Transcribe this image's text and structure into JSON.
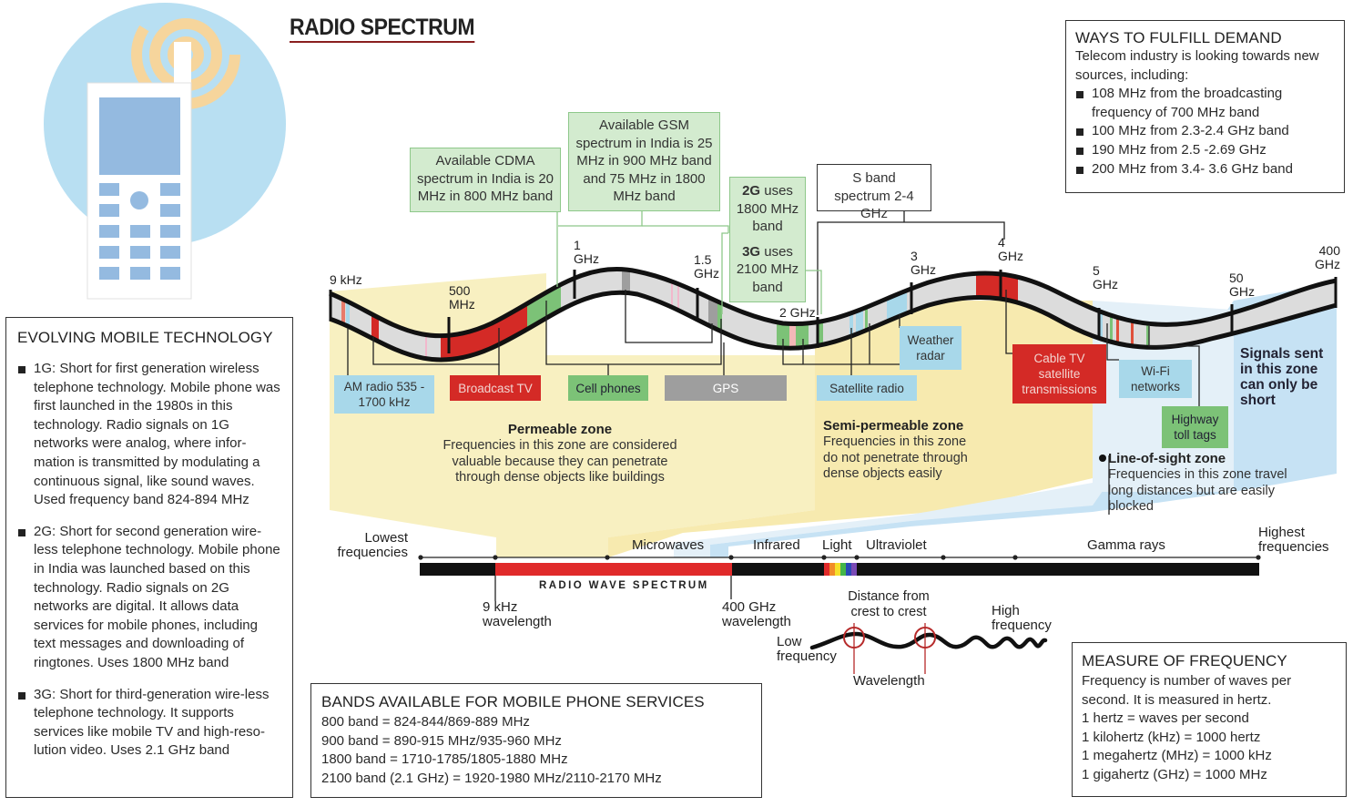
{
  "title": "RADIO SPECTRUM",
  "colors": {
    "accent_red": "#d42a26",
    "band_green": "#7cc277",
    "band_blue": "#a8d8ea",
    "band_gray": "#9e9e9e",
    "permeable_zone": "#f8efbe",
    "line_of_sight_zone": "#e4f0f8",
    "short_zone": "#c6e2f4",
    "callout_green": "#d3ebcf"
  },
  "ways_to_fulfill": {
    "heading": "WAYS TO FULFILL DEMAND",
    "intro": "Telecom industry is looking towards new sources, including:",
    "items": [
      "108 MHz from the broadcasting frequency of 700 MHz band",
      "100 MHz from 2.3-2.4 GHz band",
      "190 MHz from 2.5 -2.69 GHz",
      "200 MHz from 3.4- 3.6 GHz band"
    ]
  },
  "evolving": {
    "heading": "EVOLVING MOBILE TECHNOLOGY",
    "items": [
      "1G: Short for first generation wireless telephone technology. Mobile phone was first launched in the 1980s in this technology. Radio signals on 1G networks were analog, where infor-mation is transmitted by modulating a continuous signal, like sound waves. Used frequency band 824-894 MHz",
      "2G: Short for second generation wire-less telephone technology. Mobile phone in India was launched based on this technology. Radio signals on 2G networks are digital. It allows data services for mobile phones, including text messages and downloading of ringtones. Uses 1800 MHz band",
      "3G: Short for third-generation wire-less telephone technology. It supports services like mobile TV and high-reso-lution video. Uses 2.1 GHz band"
    ]
  },
  "callouts": {
    "cdma": "Available CDMA spectrum in India is 20 MHz in 800 MHz band",
    "gsm": "Available GSM spectrum in India is 25 MHz in 900 MHz band and 75 MHz in 1800 MHz band",
    "g2_bold": "2G",
    "g2_rest": " uses 1800 MHz band",
    "g3_bold": "3G",
    "g3_rest": " uses 2100 MHz band",
    "sband": "S band spectrum 2-4 GHz"
  },
  "frequency_marks": [
    "9 kHz",
    "500 MHz",
    "1 GHz",
    "1.5 GHz",
    "2 GHz",
    "3 GHz",
    "4 GHz",
    "5 GHz",
    "50 GHz",
    "400 GHz"
  ],
  "services": {
    "am_radio": "AM radio 535 - 1700 kHz",
    "broadcast_tv": "Broadcast TV",
    "cell_phones": "Cell phones",
    "gps": "GPS",
    "satellite_radio": "Satellite radio",
    "weather_radar": "Weather radar",
    "cable_tv": "Cable TV satellite transmissions",
    "wifi": "Wi-Fi networks",
    "toll_tags": "Highway toll tags"
  },
  "zones": {
    "permeable_title": "Permeable zone",
    "permeable_text": "Frequencies in this zone are considered valuable because they can penetrate through dense objects like buildings",
    "semi_title": "Semi-permeable zone",
    "semi_text": "Frequencies in this zone do not penetrate through dense objects easily",
    "los_title": "Line-of-sight zone",
    "los_text": "Frequencies in this zone travel long distances but are easily blocked",
    "short_text": "Signals sent in this zone can only be short"
  },
  "spectrum_bar": {
    "lowest": "Lowest frequencies",
    "highest": "Highest frequencies",
    "microwaves": "Microwaves",
    "infrared": "Infrared",
    "light": "Light",
    "ultraviolet": "Ultraviolet",
    "gamma": "Gamma rays",
    "radio_label": "RADIO WAVE SPECTRUM",
    "start_label": "9 kHz wavelength",
    "end_label": "400 GHz wavelength"
  },
  "wave_diagram": {
    "distance": "Distance from crest to crest",
    "low": "Low frequency",
    "high": "High frequency",
    "wavelength": "Wavelength"
  },
  "bands_available": {
    "heading": "BANDS AVAILABLE FOR MOBILE PHONE SERVICES",
    "lines": [
      "800 band = 824-844/869-889 MHz",
      "900 band = 890-915 MHz/935-960 MHz",
      "1800 band = 1710-1785/1805-1880 MHz",
      "2100 band (2.1 GHz) = 1920-1980 MHz/2110-2170 MHz"
    ]
  },
  "measure": {
    "heading": "MEASURE OF FREQUENCY",
    "lines": [
      "Frequency is number of waves per second. It is measured in hertz.",
      "1 hertz = waves per second",
      "1 kilohertz (kHz) = 1000 hertz",
      "1 megahertz (MHz) = 1000 kHz",
      "1 gigahertz (GHz) = 1000 MHz"
    ]
  }
}
